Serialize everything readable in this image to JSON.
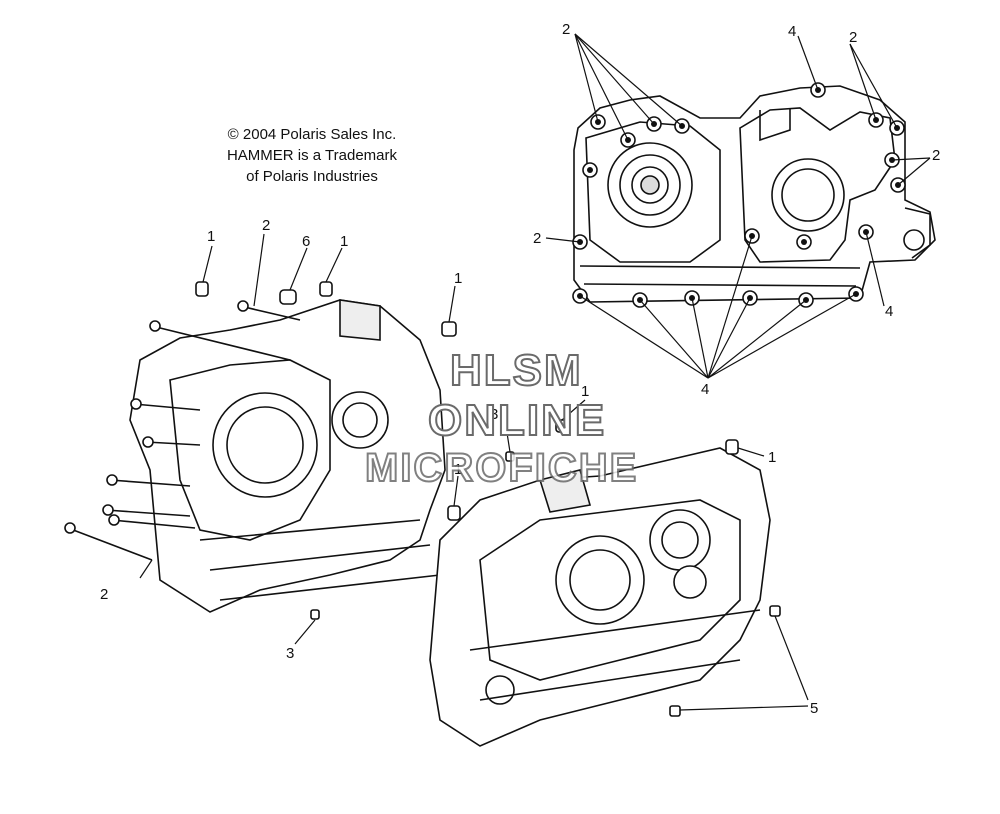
{
  "copyright": {
    "line1": "© 2004 Polaris Sales Inc.",
    "line2": "HAMMER is a Trademark",
    "line3": "of Polaris Industries"
  },
  "watermark": {
    "line1": "HLSM",
    "line2": "ONLINE",
    "line3": "MICROFICHE"
  },
  "callouts": [
    "2",
    "4",
    "2",
    "2",
    "2",
    "4",
    "4",
    "1",
    "2",
    "6",
    "1",
    "1",
    "1",
    "3",
    "1",
    "2",
    "3",
    "1",
    "5"
  ]
}
